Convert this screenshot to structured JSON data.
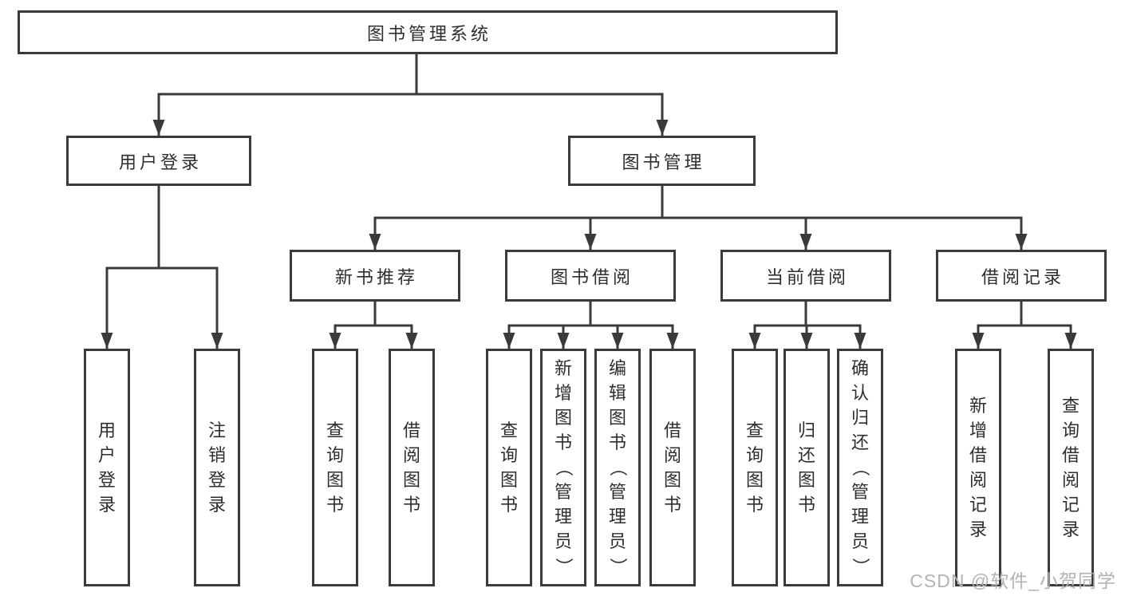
{
  "diagram": {
    "title": "图书管理系统",
    "watermark": "CSDN @软件_小贺同学",
    "colors": {
      "background": "#ffffff",
      "box_fill": "#ffffff",
      "box_border": "#3a3a3a",
      "line": "#3a3a3a",
      "text": "#2e2e2e",
      "watermark": "#b3b3b3"
    },
    "nodes": {
      "root": {
        "label": "图书管理系统"
      },
      "user_login": {
        "label": "用户登录"
      },
      "book_mgmt": {
        "label": "图书管理"
      },
      "login": {
        "label": "用户登录"
      },
      "logout": {
        "label": "注销登录"
      },
      "new_rec": {
        "label": "新书推荐"
      },
      "borrow": {
        "label": "图书借阅"
      },
      "current": {
        "label": "当前借阅"
      },
      "records": {
        "label": "借阅记录"
      },
      "nb_query": {
        "label": "查询图书"
      },
      "nb_borrow": {
        "label": "借阅图书"
      },
      "bb_query": {
        "label": "查询图书"
      },
      "bb_add": {
        "label": "新增图书（管理员）"
      },
      "bb_edit": {
        "label": "编辑图书（管理员）"
      },
      "bb_borrow": {
        "label": "借阅图书"
      },
      "cb_query": {
        "label": "查询图书"
      },
      "cb_return": {
        "label": "归还图书"
      },
      "cb_confirm": {
        "label": "确认归还（管理员）"
      },
      "br_add": {
        "label": "新增借阅记录"
      },
      "br_query": {
        "label": "查询借阅记录"
      }
    },
    "hierarchy": [
      {
        "parent": "图书管理系统",
        "children": [
          "用户登录",
          "图书管理"
        ]
      },
      {
        "parent": "用户登录",
        "children": [
          "用户登录",
          "注销登录"
        ]
      },
      {
        "parent": "图书管理",
        "children": [
          "新书推荐",
          "图书借阅",
          "当前借阅",
          "借阅记录"
        ]
      },
      {
        "parent": "新书推荐",
        "children": [
          "查询图书",
          "借阅图书"
        ]
      },
      {
        "parent": "图书借阅",
        "children": [
          "查询图书",
          "新增图书（管理员）",
          "编辑图书（管理员）",
          "借阅图书"
        ]
      },
      {
        "parent": "当前借阅",
        "children": [
          "查询图书",
          "归还图书",
          "确认归还（管理员）"
        ]
      },
      {
        "parent": "借阅记录",
        "children": [
          "新增借阅记录",
          "查询借阅记录"
        ]
      }
    ]
  }
}
